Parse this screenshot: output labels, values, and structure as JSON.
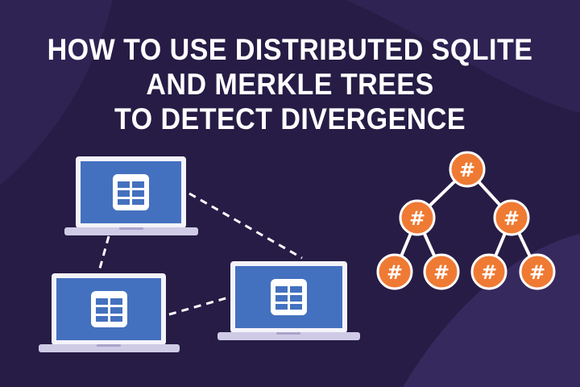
{
  "title": {
    "line1": "HOW TO USE DISTRIBUTED SQLITE",
    "line2": "AND MERKLE TREES",
    "line3": "TO DETECT DIVERGENCE"
  },
  "merkle_tree": {
    "node_symbol": "#",
    "node_count": 7
  },
  "colors": {
    "background": "#261c45",
    "blob": "#33265a",
    "screen": "#4471bf",
    "node": "#ef7a33",
    "laptop_frame": "#f4f3fa",
    "laptop_base": "#cfcbe6"
  }
}
